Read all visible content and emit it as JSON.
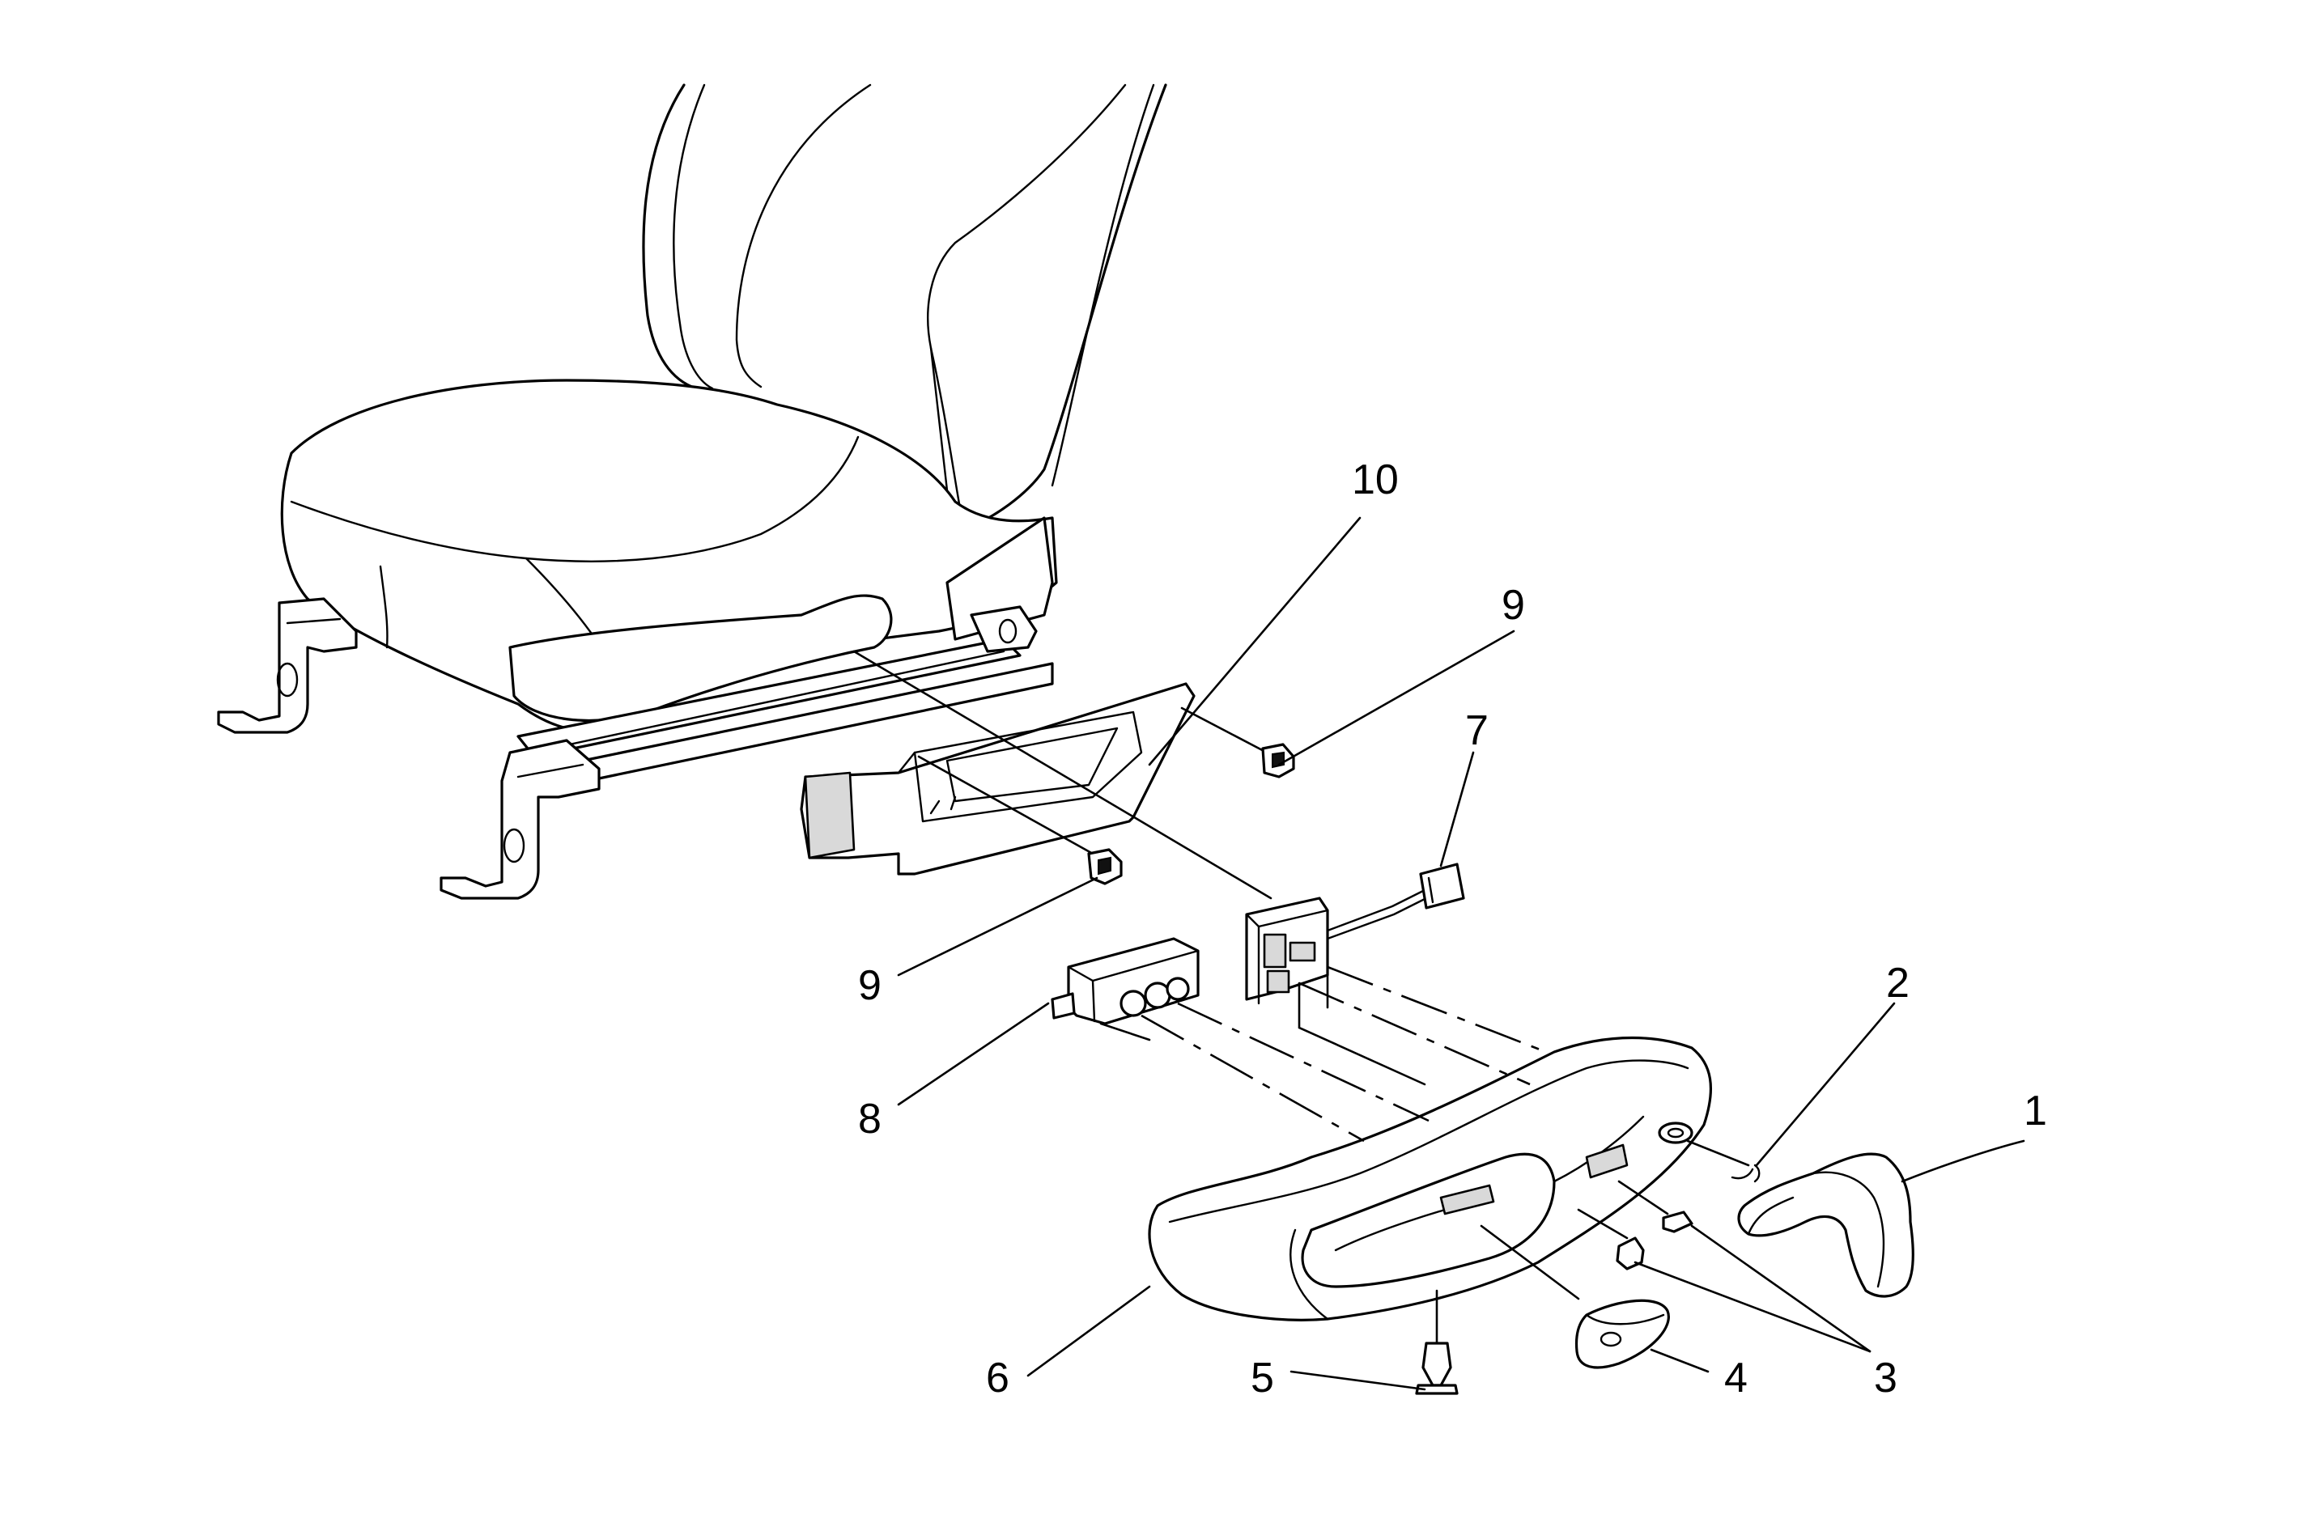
{
  "callouts": [
    {
      "id": "c1",
      "label": "1"
    },
    {
      "id": "c2",
      "label": "2"
    },
    {
      "id": "c3",
      "label": "3"
    },
    {
      "id": "c4",
      "label": "4"
    },
    {
      "id": "c5",
      "label": "5"
    },
    {
      "id": "c6",
      "label": "6"
    },
    {
      "id": "c7",
      "label": "7"
    },
    {
      "id": "c8",
      "label": "8"
    },
    {
      "id": "c9a",
      "label": "9"
    },
    {
      "id": "c9b",
      "label": "9"
    },
    {
      "id": "c10",
      "label": "10"
    }
  ]
}
